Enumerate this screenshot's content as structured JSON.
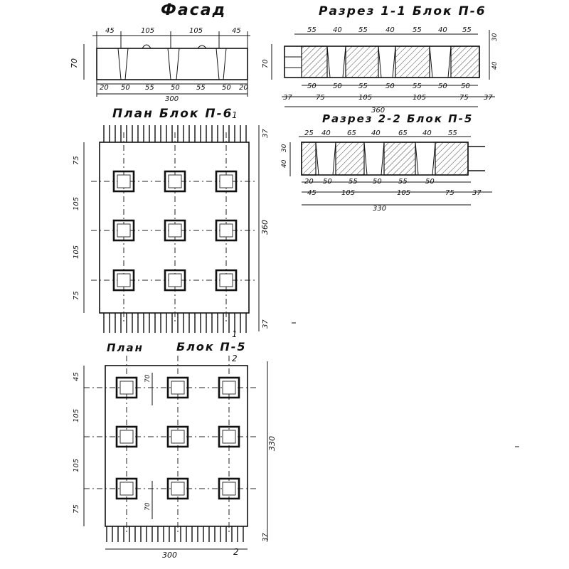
{
  "titles": {
    "facade": "Фасад",
    "section_1": "Разрез 1-1  Блок П-6",
    "plan_p6": "План Блок П-6",
    "section_2": "Разрез 2-2  Блок П-5",
    "plan_p5_word": "План",
    "plan_p5_block": "Блок П-5"
  },
  "facade": {
    "top_dims": [
      "45",
      "105",
      "105",
      "45"
    ],
    "bottom_dims": [
      "20",
      "50",
      "55",
      "50",
      "55",
      "50",
      "20"
    ],
    "overall": "300",
    "height": "70"
  },
  "section_1": {
    "top_dims": [
      "55",
      "40",
      "55",
      "40",
      "55",
      "40",
      "55"
    ],
    "mid_dims": [
      "50",
      "50",
      "55",
      "50",
      "55",
      "50",
      "50"
    ],
    "bottom_dims": [
      "37",
      "75",
      "105",
      "105",
      "75",
      "37"
    ],
    "overall": "360",
    "left_height": "70",
    "right_dims": [
      "30",
      "40"
    ]
  },
  "section_2": {
    "top_dims": [
      "25",
      "40",
      "65",
      "40",
      "65",
      "40",
      "55"
    ],
    "mid_dims": [
      "20",
      "50",
      "55",
      "50",
      "55",
      "50"
    ],
    "bottom_dims": [
      "45",
      "105",
      "105",
      "75",
      "37"
    ],
    "overall": "330",
    "left_dims": [
      "40",
      "30"
    ]
  },
  "plan_p6": {
    "section_mark": "1",
    "left_dims": [
      "75",
      "105",
      "105",
      "75"
    ],
    "right_dims": [
      "37",
      "360",
      "37"
    ]
  },
  "plan_p5": {
    "section_mark": "2",
    "left_dims": [
      "45",
      "105",
      "105",
      "75"
    ],
    "inner_dims": [
      "70",
      "70"
    ],
    "right_dims": [
      "330",
      "37"
    ],
    "bottom_dim": "300"
  }
}
